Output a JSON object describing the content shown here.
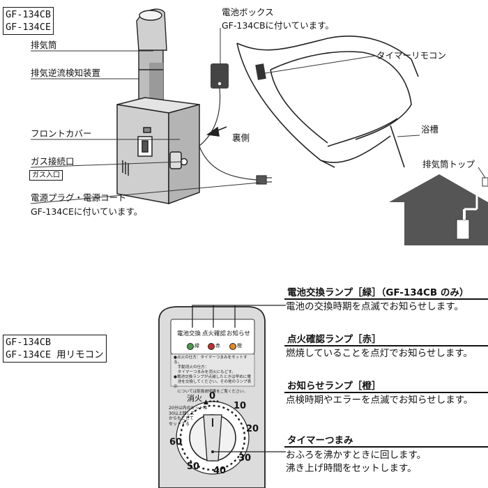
{
  "top": {
    "models": [
      "GF-134CB",
      "GF-134CE"
    ],
    "labels": {
      "exhaust_pipe": "排気筒",
      "backflow_detector": "排気逆流検知装置",
      "front_cover": "フロントカバー",
      "gas_port": "ガス接続口",
      "gas_inlet": "ガス入口",
      "power": "電源プラグ・電源コード",
      "power_note": "GF-134CEに付いています。",
      "battery_box": "電池ボックス",
      "battery_note": "GF-134CBに付いています。",
      "timer_remote": "タイマーリモコン",
      "back_side": "裏側",
      "bathtub": "浴槽",
      "exhaust_top": "排気筒トップ"
    }
  },
  "bottom": {
    "models": [
      "GF-134CB",
      "GF-134CE 用リモコン"
    ],
    "panel": {
      "lamp_labels": [
        "電池交換",
        "点火確認",
        "お知らせ"
      ],
      "lamp_colors_text": [
        "緑",
        "赤",
        "橙"
      ],
      "lamp_colors": [
        "#4a9a4a",
        "#c03030",
        "#e08a20"
      ],
      "notes": [
        "●点火の仕方：タイマーつまみをセットする。",
        "　手動消火の仕方：",
        "　タイマーつまみを消火にもどす。",
        "●電池交換ランプが点滅したときは早めに電",
        "　池を交換してください。その他のランプ表示",
        "　については取扱説明書をご覧ください。"
      ],
      "dial_side_note": [
        "20分以内のセットは",
        "30以上回して",
        "からもどして",
        "セットする"
      ],
      "off_label": "消火",
      "dial_numbers": [
        "0",
        "10",
        "20",
        "30",
        "40",
        "50",
        "60"
      ]
    },
    "items": [
      {
        "title": "電池交換ランプ［緑］（GF-134CB のみ）",
        "desc": "電池の交換時期を点滅でお知らせします。"
      },
      {
        "title": "点火確認ランプ［赤］",
        "desc": "燃焼していることを点灯でお知らせします。"
      },
      {
        "title": "お知らせランプ［橙］",
        "desc": "点検時期やエラーを点滅でお知らせします。"
      },
      {
        "title": "タイマーつまみ",
        "desc": "おふろを沸かすときに回します。\n沸き上げ時間をセットします。"
      }
    ]
  }
}
